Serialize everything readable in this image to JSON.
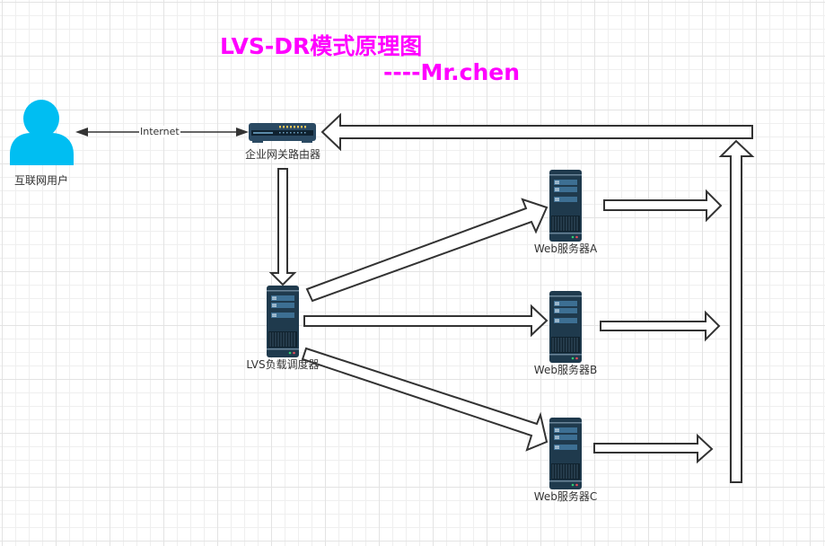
{
  "diagram": {
    "title": "LVS-DR模式原理图",
    "subtitle": "----Mr.chen",
    "colors": {
      "title": "#ff00ff",
      "user_icon": "#00bef2",
      "server_body": "#1f3a4d",
      "router_body": "#2b4a63",
      "arrow_stroke": "#333333",
      "label_text": "#333333"
    },
    "nodes": {
      "user": {
        "label": "互联网用户",
        "icon": "user-icon"
      },
      "router": {
        "label": "企业网关路由器",
        "icon": "router-icon"
      },
      "lvs": {
        "label": "LVS负载调度器",
        "icon": "server-icon"
      },
      "web_a": {
        "label": "Web服务器A",
        "icon": "server-icon"
      },
      "web_b": {
        "label": "Web服务器B",
        "icon": "server-icon"
      },
      "web_c": {
        "label": "Web服务器C",
        "icon": "server-icon"
      }
    },
    "edges": [
      {
        "from": "user",
        "to": "router",
        "label": "Internet",
        "style": "bidirectional-line"
      },
      {
        "from": "router",
        "to": "lvs",
        "style": "block-arrow"
      },
      {
        "from": "lvs",
        "to": "web_a",
        "style": "block-arrow"
      },
      {
        "from": "lvs",
        "to": "web_b",
        "style": "block-arrow"
      },
      {
        "from": "lvs",
        "to": "web_c",
        "style": "block-arrow"
      },
      {
        "from": "web_a",
        "to": "return_bus",
        "style": "block-arrow"
      },
      {
        "from": "web_b",
        "to": "return_bus",
        "style": "block-arrow"
      },
      {
        "from": "web_c",
        "to": "return_bus",
        "style": "block-arrow"
      },
      {
        "from": "return_bus",
        "to": "router",
        "style": "block-arrow"
      }
    ]
  }
}
